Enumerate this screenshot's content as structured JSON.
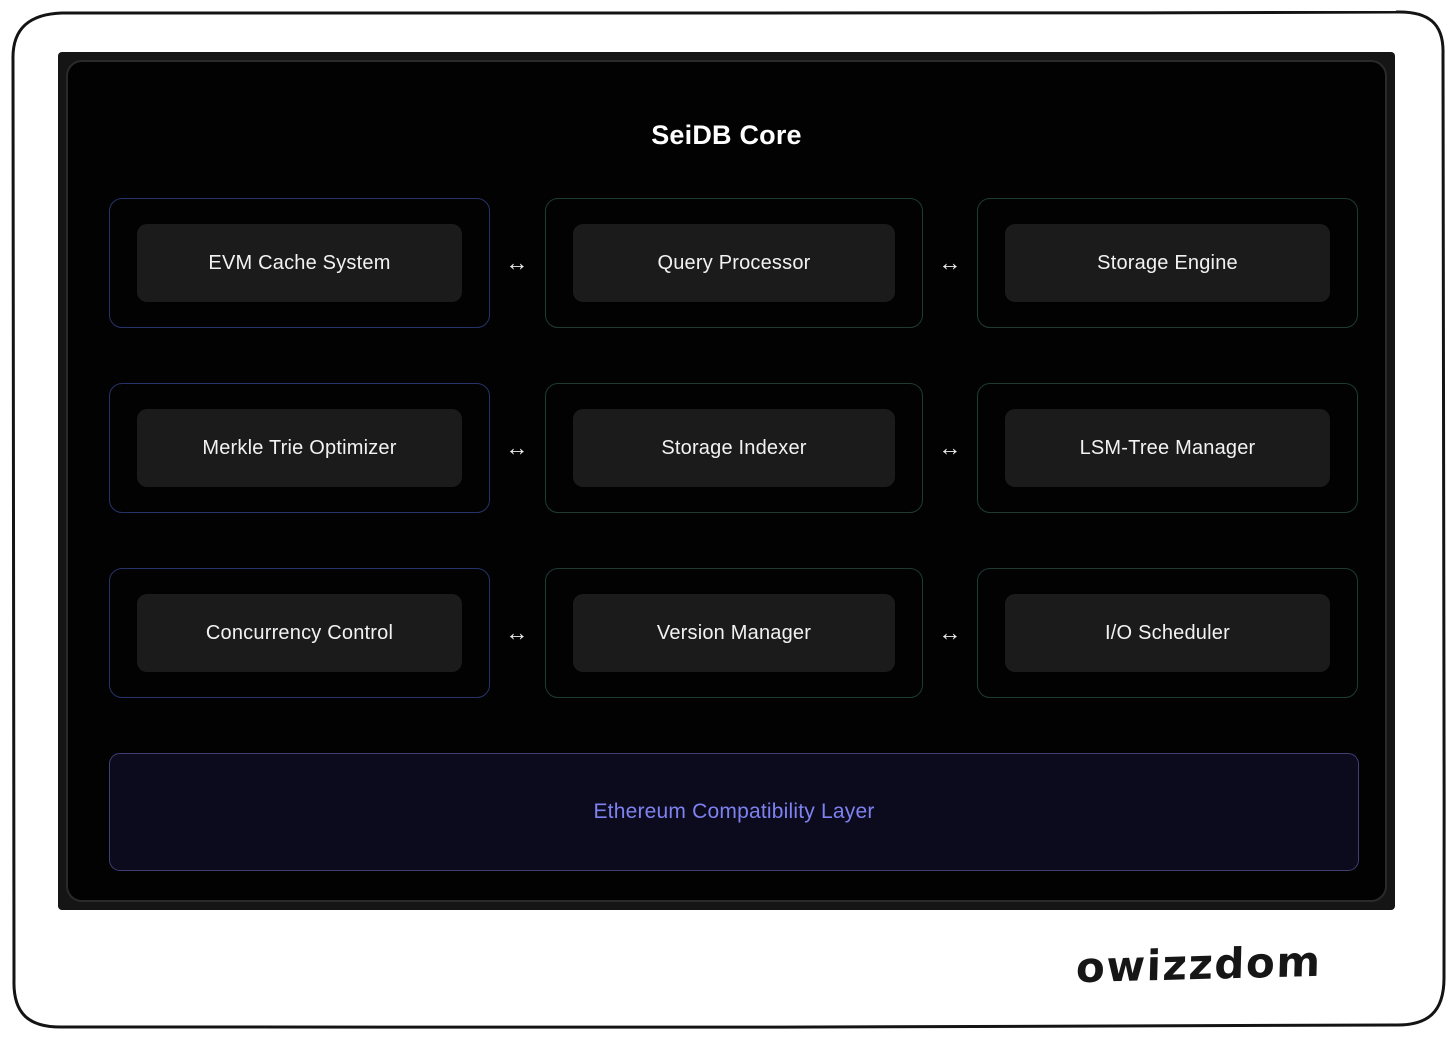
{
  "diagram": {
    "title": "SeiDB Core",
    "arrow_glyph": "↔",
    "rows": [
      {
        "cells": [
          {
            "label": "EVM Cache System"
          },
          {
            "label": "Query Processor"
          },
          {
            "label": "Storage Engine"
          }
        ]
      },
      {
        "cells": [
          {
            "label": "Merkle Trie Optimizer"
          },
          {
            "label": "Storage Indexer"
          },
          {
            "label": "LSM-Tree Manager"
          }
        ]
      },
      {
        "cells": [
          {
            "label": "Concurrency Control"
          },
          {
            "label": "Version Manager"
          },
          {
            "label": "I/O Scheduler"
          }
        ]
      }
    ],
    "bottom_layer_label": "Ethereum Compatibility Layer",
    "colors": {
      "panel_background": "#020202",
      "module_fill": "#1b1b1b",
      "module_text": "#f2f2f2",
      "column1_border": "#26336b",
      "column23_border": "#1d3b35",
      "compat_border": "#403e75",
      "compat_background": "#0c0a1d",
      "compat_text": "#7e82f0",
      "title_text": "#ffffff"
    }
  },
  "watermark": "owizzdom"
}
